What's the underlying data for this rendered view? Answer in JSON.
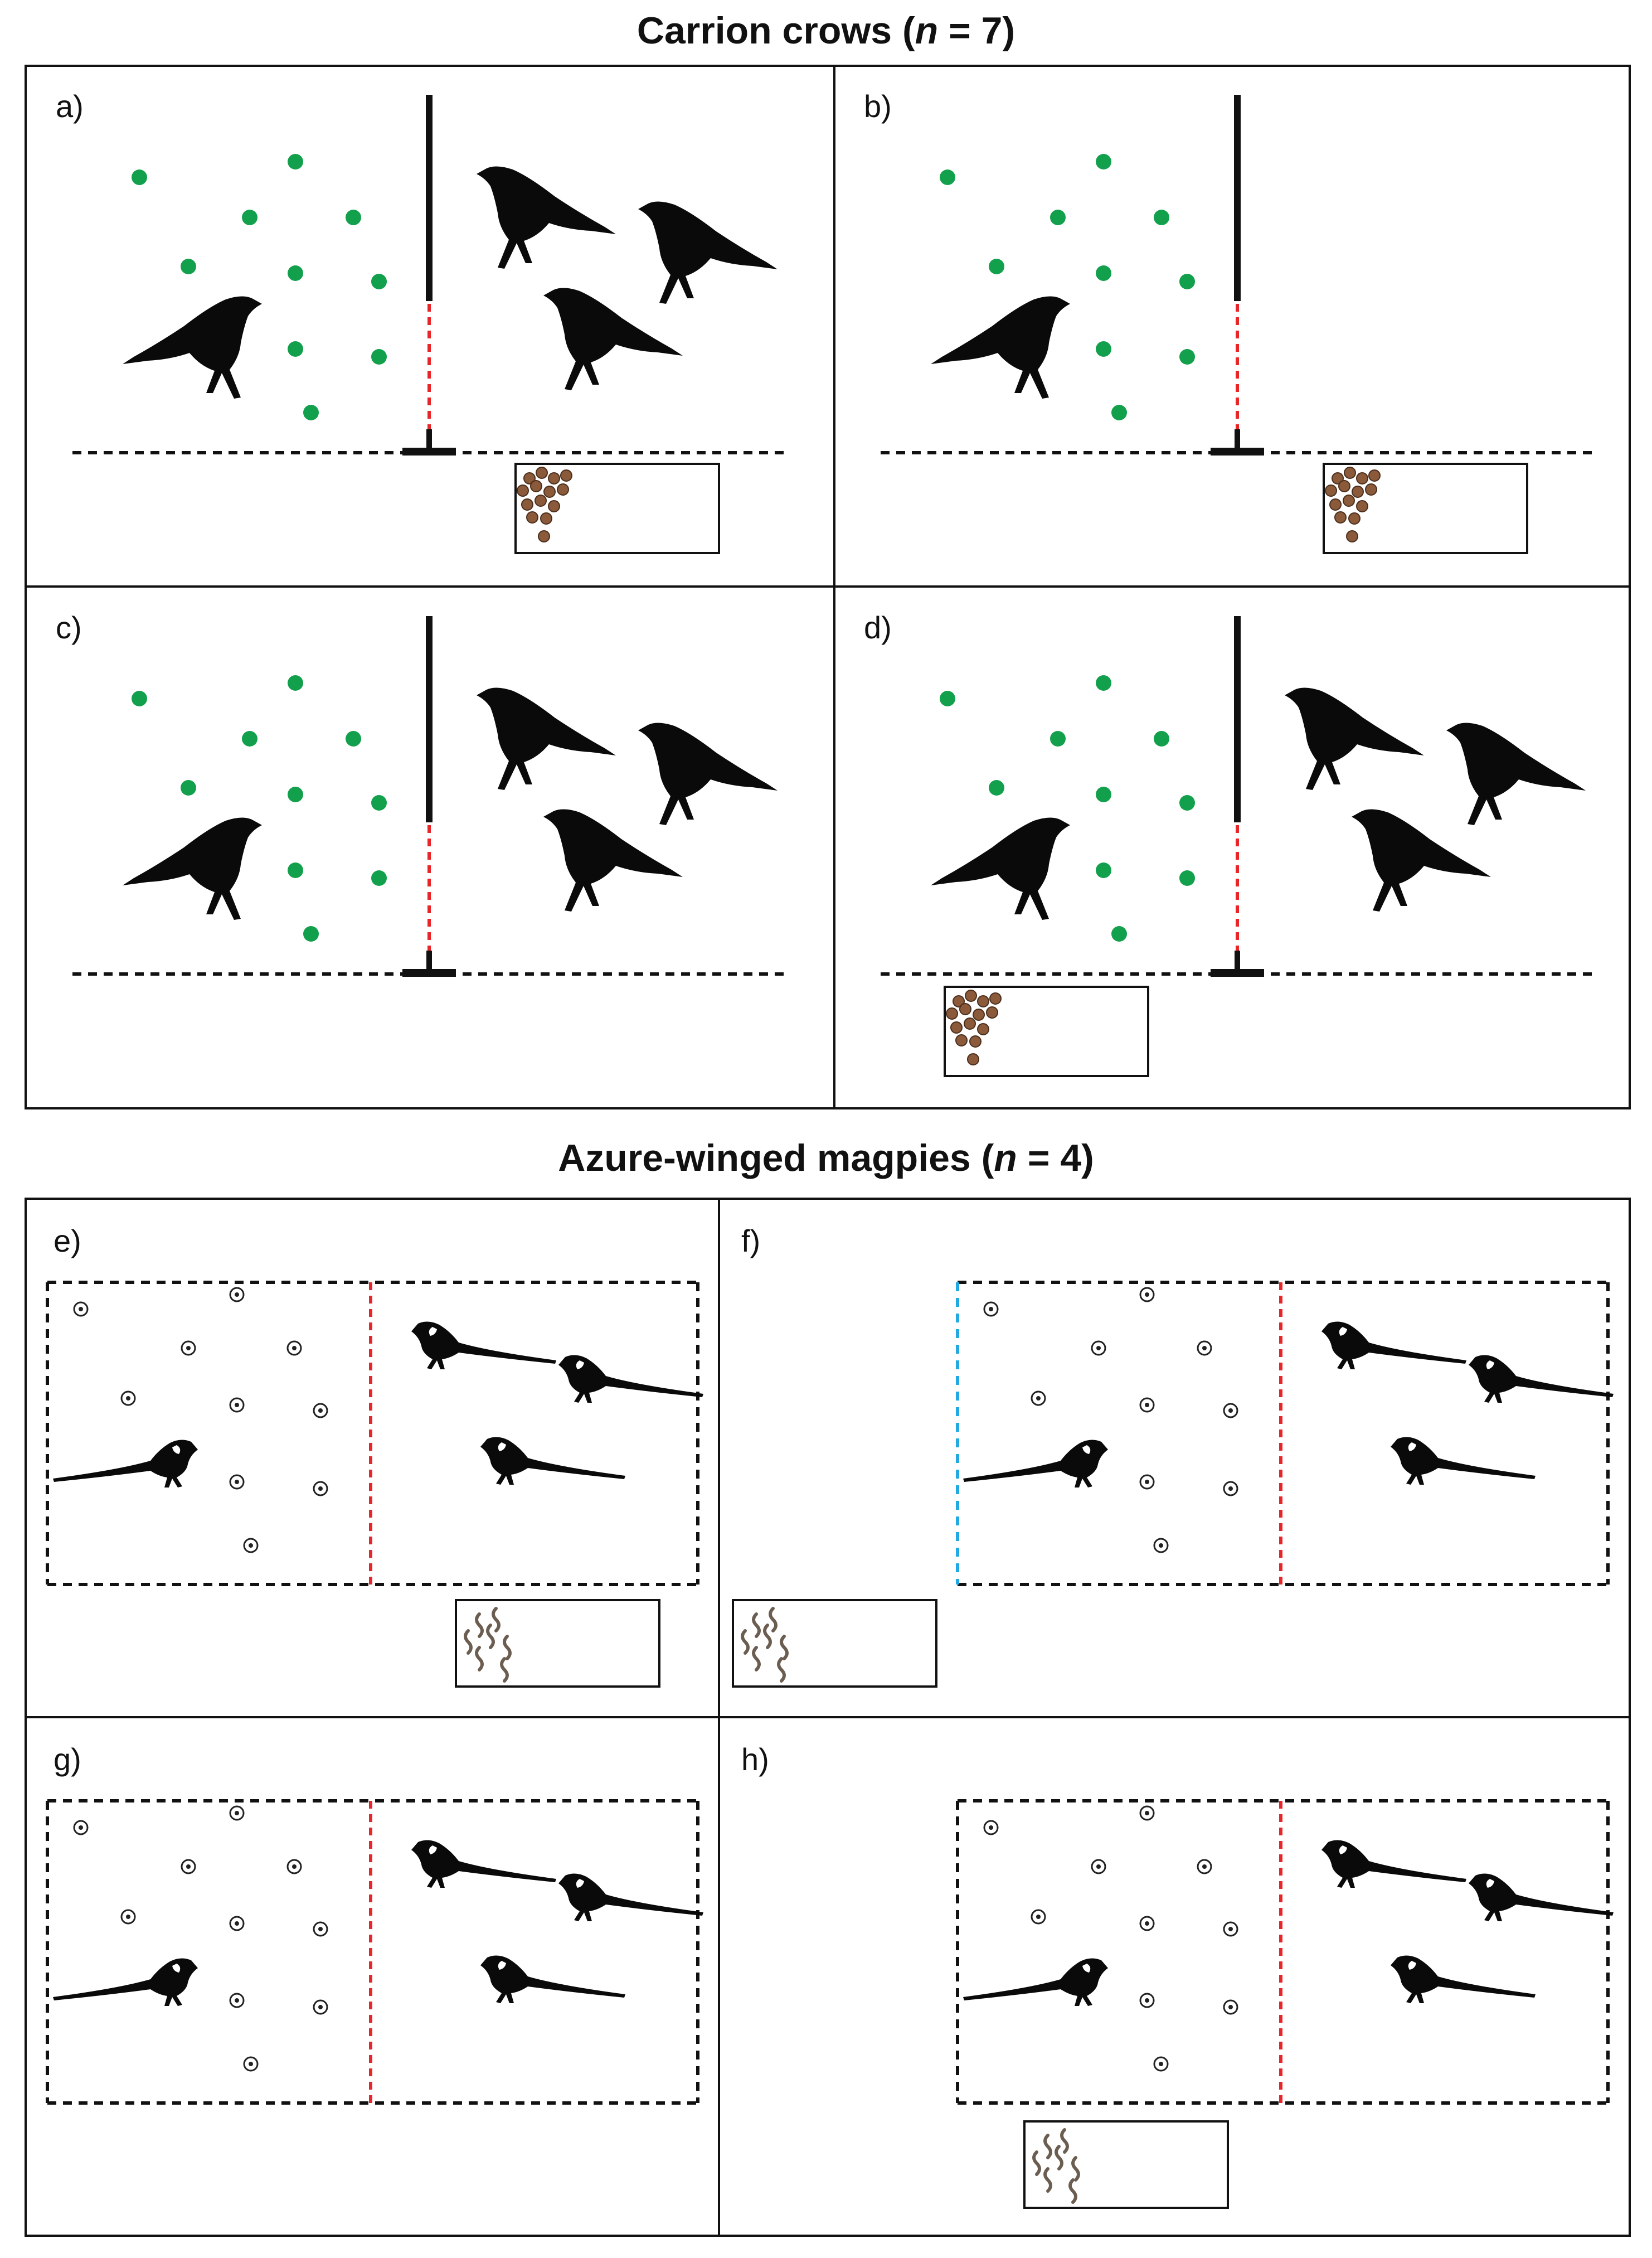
{
  "sections": [
    {
      "id": "crows",
      "title_main": "Carrion crows (",
      "title_n": "n",
      "title_rest": " = 7)"
    },
    {
      "id": "magpies",
      "title_main": "Azure-winged magpies (",
      "title_n": "n",
      "title_rest": " = 4)"
    }
  ],
  "panels": [
    {
      "label": "a)",
      "species": "crow",
      "left_bird": true,
      "right_birds": true,
      "food": "right"
    },
    {
      "label": "b)",
      "species": "crow",
      "left_bird": true,
      "right_birds": false,
      "food": "right"
    },
    {
      "label": "c)",
      "species": "crow",
      "left_bird": true,
      "right_birds": true,
      "food": "none"
    },
    {
      "label": "d)",
      "species": "crow",
      "left_bird": true,
      "right_birds": true,
      "food": "left"
    },
    {
      "label": "e)",
      "species": "magpie",
      "left_bird": true,
      "right_birds": true,
      "food": "right"
    },
    {
      "label": "f)",
      "species": "magpie",
      "left_bird": true,
      "right_birds": true,
      "food": "left"
    },
    {
      "label": "g)",
      "species": "magpie",
      "left_bird": true,
      "right_birds": true,
      "food": "none"
    },
    {
      "label": "h)",
      "species": "magpie",
      "left_bird": true,
      "right_birds": true,
      "food": "left"
    }
  ],
  "colors": {
    "crow_marker": "#13a04c",
    "food_pellet": "#8a5a3a",
    "mealworm": "#6b5d50",
    "partition": "#e8262a",
    "blue_boundary": "#23a9e1",
    "outline": "#111111",
    "bird": "#0a0a0a"
  }
}
